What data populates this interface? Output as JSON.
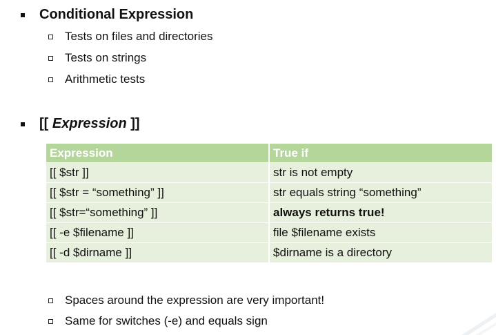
{
  "section1": {
    "heading": "Conditional Expression",
    "items": [
      "Tests on files and directories",
      "Tests on strings",
      "Arithmetic tests"
    ]
  },
  "section2": {
    "heading_prefix": "[[ ",
    "heading_italic": "Expression",
    "heading_suffix": " ]]",
    "table": {
      "headers": [
        "Expression",
        "True if"
      ],
      "rows": [
        [
          "[[ $str ]]",
          "str is not empty"
        ],
        [
          "[[ $str = “something” ]]",
          "str equals string “something”"
        ],
        [
          "[[ $str=“something” ]]",
          "always returns true!"
        ],
        [
          "[[ -e $filename ]]",
          "file $filename exists"
        ],
        [
          "[[ -d $dirname ]]",
          "$dirname is a directory"
        ]
      ]
    }
  },
  "notes": [
    "Spaces around the expression are very important!",
    "Same for switches (-e) and equals sign"
  ],
  "colors": {
    "table_header": "#b5d69a",
    "table_row": "#e6f0dc"
  }
}
